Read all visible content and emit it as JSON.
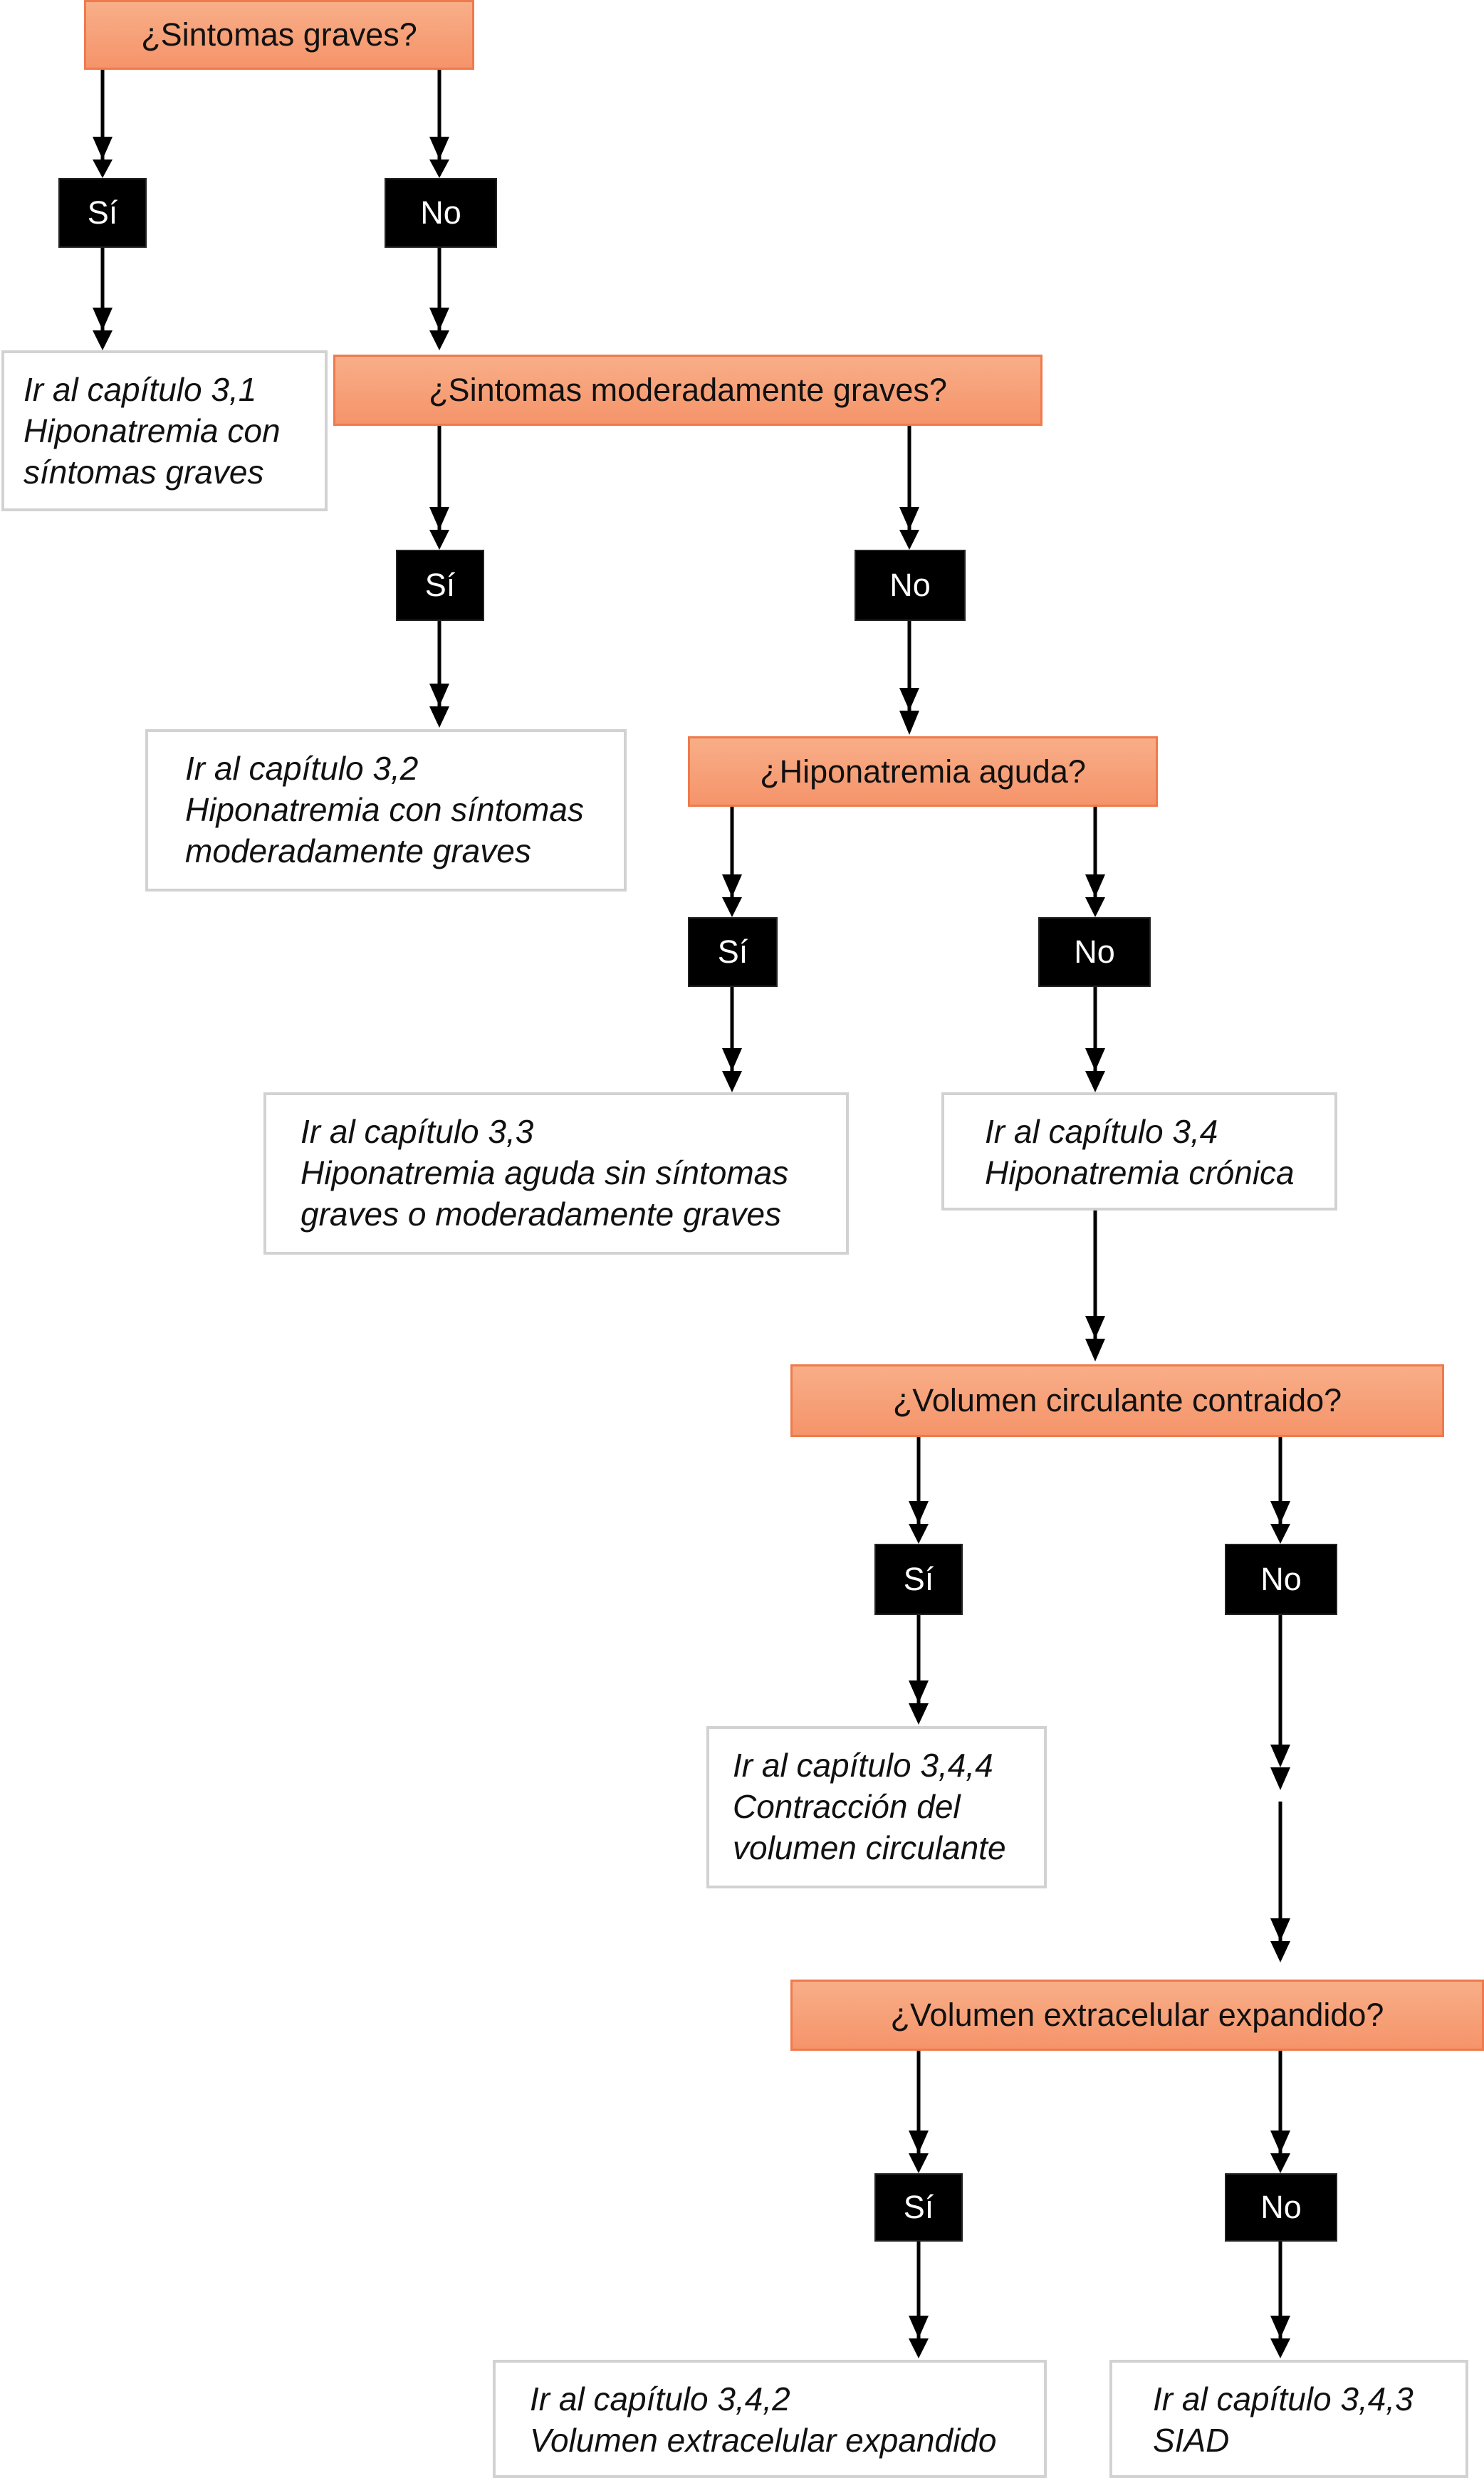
{
  "diagram": {
    "q1": {
      "text": "¿Sintomas graves?"
    },
    "q1_yes": "Sí",
    "q1_no": "No",
    "r1": {
      "lines": [
        "Ir al capítulo 3,1",
        "Hiponatremia con",
        "síntomas graves"
      ]
    },
    "q2": {
      "text": "¿Sintomas moderadamente graves?"
    },
    "q2_yes": "Sí",
    "q2_no": "No",
    "r2": {
      "lines": [
        "Ir al capítulo 3,2",
        "Hiponatremia con síntomas",
        "moderadamente graves"
      ]
    },
    "q3": {
      "text": "¿Hiponatremia aguda?"
    },
    "q3_yes": "Sí",
    "q3_no": "No",
    "r3": {
      "lines": [
        "Ir al capítulo 3,3",
        "Hiponatremia aguda sin síntomas",
        "graves o moderadamente graves"
      ]
    },
    "r4": {
      "lines": [
        "Ir al capítulo 3,4",
        "Hiponatremia crónica"
      ]
    },
    "q4": {
      "text": "¿Volumen circulante contraido?"
    },
    "q4_yes": "Sí",
    "q4_no": "No",
    "r5": {
      "lines": [
        "Ir al capítulo 3,4,4",
        "Contracción del",
        "volumen circulante"
      ]
    },
    "q5": {
      "text": "¿Volumen extracelular expandido?"
    },
    "q5_yes": "Sí",
    "q5_no": "No",
    "r6": {
      "lines": [
        "Ir al capítulo 3,4,2",
        "Volumen extracelular expandido"
      ]
    },
    "r7": {
      "lines": [
        "Ir al capítulo 3,4,3",
        "SIAD"
      ]
    }
  },
  "colors": {
    "question_fill": "#f5946a",
    "question_border": "#ef7a4c",
    "answer_fill": "#000000",
    "answer_text": "#ffffff",
    "result_border": "#d2d2d2",
    "connector": "#000000"
  }
}
